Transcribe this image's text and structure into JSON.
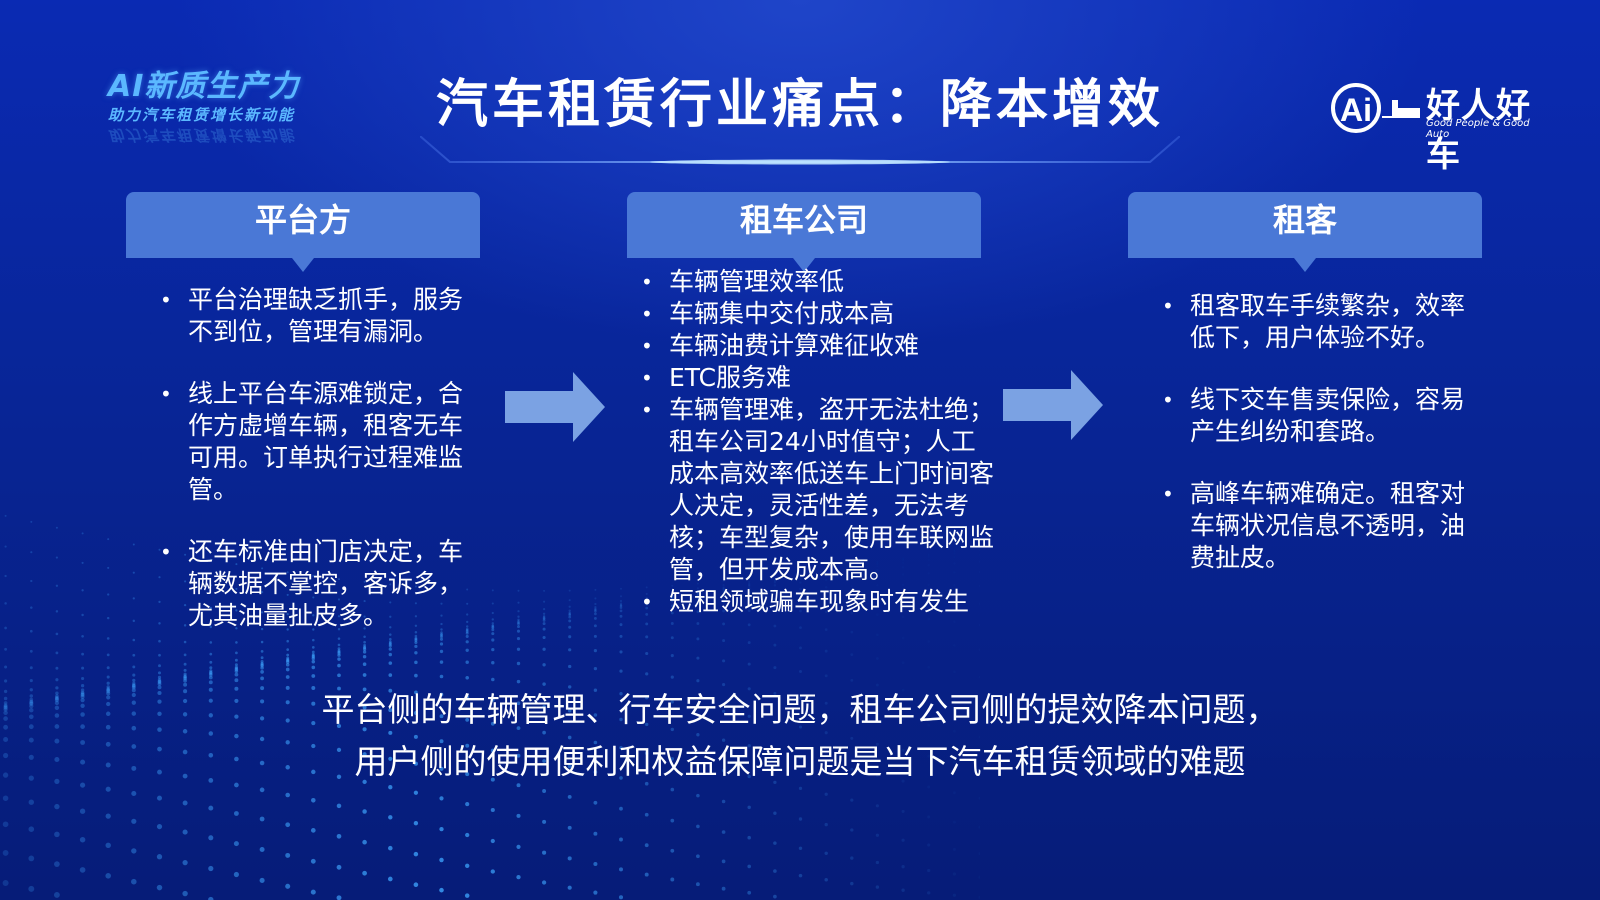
{
  "colors": {
    "header_fill": "#4a78d6",
    "arrow_fill": "#7ba2e3",
    "logo_blue": "#5bb8ff"
  },
  "logo_left": {
    "line1": "AI新质生产力",
    "line2": "助力汽车租赁增长新动能"
  },
  "title": "汽车租赁行业痛点：降本增效",
  "logo_right": {
    "name": "好人好车",
    "tagline": "Good People & Good Auto",
    "mark": "Ai"
  },
  "columns": [
    {
      "header": "平台方",
      "items": [
        "平台治理缺乏抓手，服务不到位，管理有漏洞。",
        "线上平台车源难锁定，合作方虚增车辆，租客无车可用。订单执行过程难监管。",
        "还车标准由门店决定，车辆数据不掌控，客诉多，尤其油量扯皮多。"
      ]
    },
    {
      "header": "租车公司",
      "items": [
        "车辆管理效率低",
        "车辆集中交付成本高",
        "车辆油费计算难征收难",
        "ETC服务难",
        "车辆管理难，盗开无法杜绝；租车公司24小时值守；人工成本高效率低送车上门时间客人决定，灵活性差，无法考核；车型复杂，使用车联网监管，但开发成本高。",
        "短租领域骗车现象时有发生"
      ]
    },
    {
      "header": "租客",
      "items": [
        "租客取车手续繁杂，效率低下，用户体验不好。",
        "线下交车售卖保险，容易产生纠纷和套路。",
        "高峰车辆难确定。租客对车辆状况信息不透明，油费扯皮。"
      ]
    }
  ],
  "conclusion": {
    "line1": "平台侧的车辆管理、行车安全问题，租车公司侧的提效降本问题，",
    "line2": "用户侧的使用便利和权益保障问题是当下汽车租赁领域的难题"
  }
}
